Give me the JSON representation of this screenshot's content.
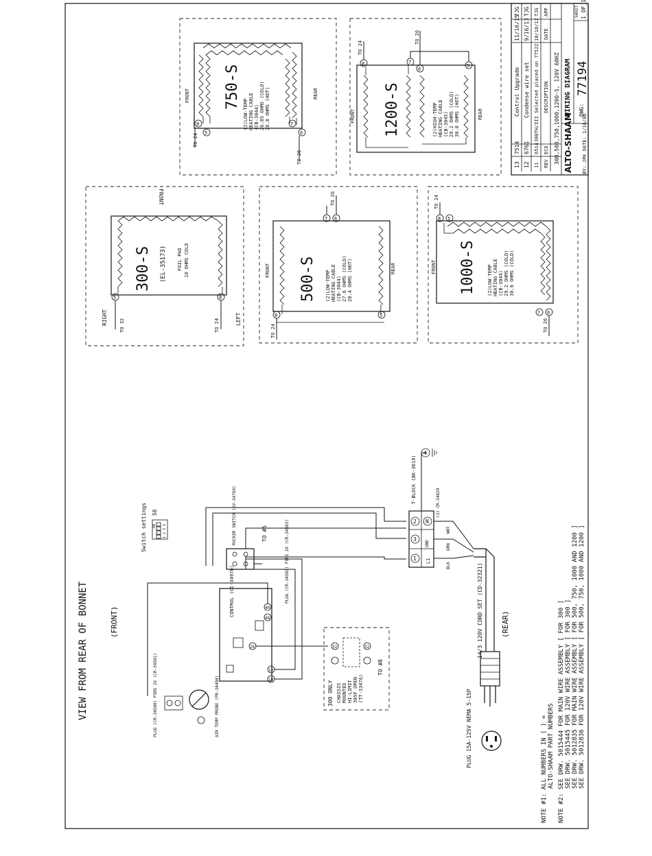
{
  "title_block": {
    "revisions": [
      {
        "rev": "13",
        "eco": "7514",
        "desc": "Control Upgrade",
        "date": "11/16/15",
        "app": "TJG"
      },
      {
        "rev": "12",
        "eco": "6761",
        "desc": "Condense wire set",
        "date": "9/16/13",
        "app": "TJG"
      },
      {
        "rev": "11",
        "eco": "6514",
        "desc": "300TH/III Selected placed on 77522",
        "date": "10/18/12",
        "app": "TJG"
      }
    ],
    "headers": {
      "rev": "REV",
      "eco": "ECO",
      "desc": "DESCRIPTION",
      "date": "DATE",
      "app": "APP"
    },
    "company": "ALTO-SHAAM",
    "model": "300,500,750,1000,1200-S, 120V 60HZ",
    "doc_title": "WIRING DIAGRAM",
    "dwg_label": "DWG:",
    "dwg_number": "77194",
    "sheet_label": "SHEET",
    "sheet_value": "1_OF_1",
    "by": "BY: JPK DATE: 1/16/08"
  },
  "main": {
    "view_title": "VIEW FROM REAR OF BONNET",
    "front_label": "(FRONT)",
    "rear_label": "(REAR)",
    "switch_settings": "Switch settings",
    "s6": "S6",
    "dip_on": "ON",
    "dip_numbers": "1 2 3 4",
    "rocker_label": "ROCKER SWITCH (SV-34769)",
    "to5": "TO #5",
    "tblock_label": "T-BLOCK (BK-3019)",
    "tblock_jumper": "(3) CR-34829",
    "tblock_terminals": [
      "L1",
      "1",
      "3",
      "GND",
      "2",
      "N"
    ],
    "ground_terminal": "4",
    "wire_colors": [
      "BLK",
      "GRN",
      "WHT"
    ],
    "control_label": "CONTROL (CC-34970)",
    "control_pins": [
      "40",
      "48",
      "26",
      "12",
      "19"
    ],
    "plug_a": "PLUG (CR-34500) PINS 2X (CR-34501)",
    "plug_b": "PLUG (CR-34502) PINS 2X (CR-34503)",
    "probe": "AIR TEMP PROBE (PR-34494)",
    "chassis": [
      "300 ONLY",
      "CHASSIS",
      "MOUNTED",
      "HI-LIMIT",
      "305F OPEN",
      "(TT-33476)"
    ],
    "chassis_pins": [
      "32",
      "32"
    ],
    "to8": "TO #8",
    "cord": "14/3 120V CORD SET (CD-32321)",
    "plug_label": "PLUG 15A-125V NEMA 5-15P",
    "notes": [
      "NOTE #1: ALL NUMBERS IN ( ) =",
      "ALTO-SHAAM PART NUMBERS",
      "NOTE #2: SEE DRW. 5015444 FOR MAIN WIRE ASSEMBLY [ FOR 300 ]",
      "SEE DRW. 5015445 FOR 120V WIRE ASSEMBLY [ FOR 300 ]",
      "SEE DRW. 5012835 FOR MAIN WIRE ASSEMBLY [ FOR 500, 750, 1000 AND 1200 ]",
      "SEE DRW. 5012836 FOR 120V WIRE ASSEMBLY [ FOR 500, 750, 1000 AND 1200 ]"
    ]
  },
  "panels": {
    "p300": {
      "model": "300-S",
      "part": "(EL-35173)",
      "desc": [
        "FOIL PAD",
        "18 OHMS COLD"
      ],
      "front": "FRONT",
      "right": "RIGHT",
      "left": "LEFT",
      "to_a": "TO 32",
      "to_b": "TO 24",
      "pins": [
        "5",
        "8"
      ]
    },
    "p500": {
      "model": "500-S",
      "desc": [
        "(2)LOW-TEMP",
        "HEATING CABLE",
        "(CB-3044)",
        "27.6 OHMS (COLD)",
        "28.4 OHMS (HOT)"
      ],
      "front": "FRONT",
      "rear": "REAR",
      "to_a": "TO 26",
      "to_b": "TO 24",
      "pins": [
        "7",
        "6",
        "8",
        "5"
      ]
    },
    "p1000": {
      "model": "1000-S",
      "desc": [
        "(2)LOW-TEMP",
        "HEATING CABLE",
        "(CB-3044)",
        "29.2 OHMS (COLD)",
        "30.0 OHMS (COLD)"
      ],
      "front": "FRONT",
      "to_a": "TO 24",
      "to_b": "TO 26",
      "pins": [
        "8",
        "5",
        "7",
        "6"
      ]
    },
    "p750": {
      "model": "750-S",
      "desc": [
        "(2)LOW-TEMP",
        "HEATING CABLE",
        "(CB-3044)",
        "26.05 OHMS (COLD)",
        "26.8 OHMS (HOT)"
      ],
      "front": "FRONT",
      "rear": "REAR",
      "to_a": "TO 24",
      "to_b": "TO 26",
      "pins": [
        "8",
        "5",
        "7",
        "6"
      ]
    },
    "p1200": {
      "model": "1200-S",
      "desc": [
        "(2)HIGH-TEMP",
        "HEATING CABLE",
        "(CB-3045)",
        "29.2 OHMS (COLD)",
        "30.0 OHMS (HOT)"
      ],
      "front": "FRONT",
      "rear": "REAR",
      "to_a": "TO 24",
      "to_b": "TO 26",
      "pins": [
        "8",
        "7",
        "6",
        "5"
      ]
    }
  }
}
